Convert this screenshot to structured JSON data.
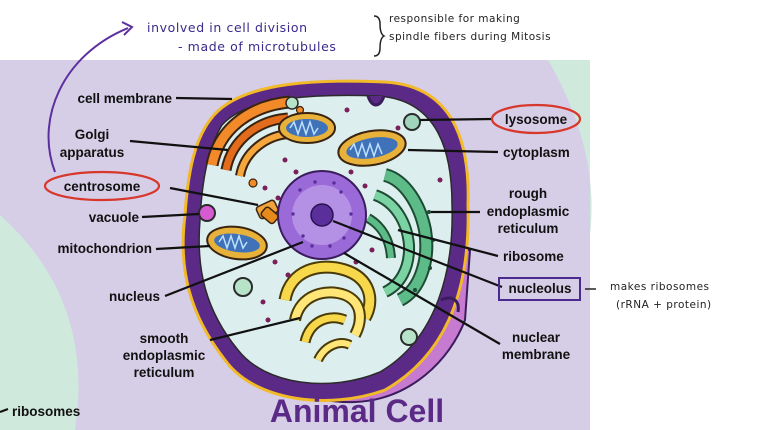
{
  "title": "Animal Cell",
  "labels": {
    "cell_membrane": "cell membrane",
    "golgi_1": "Golgi",
    "golgi_2": "apparatus",
    "centrosome": "centrosome",
    "vacuole": "vacuole",
    "mitochondrion": "mitochondrion",
    "nucleus": "nucleus",
    "smooth_er_1": "smooth",
    "smooth_er_2": "endoplasmic",
    "smooth_er_3": "reticulum",
    "lysosome": "lysosome",
    "cytoplasm": "cytoplasm",
    "rough_er_1": "rough",
    "rough_er_2": "endoplasmic",
    "rough_er_3": "reticulum",
    "ribosome": "ribosome",
    "nucleolus": "nucleolus",
    "nuclear_membrane_1": "nuclear",
    "nuclear_membrane_2": "membrane",
    "ribosomes_partial": "ribosomes"
  },
  "notes": {
    "centrosome_1": "involved in cell division",
    "centrosome_2": "- made of microtubules",
    "spindle_1": "responsible for making",
    "spindle_2": "spindle fibers during Mitosis",
    "nucleolus_1": "makes ribosomes",
    "nucleolus_2": "(rRNA + protein)"
  },
  "colors": {
    "panel": "#d6cde6",
    "mint": "#cfe9dc",
    "membrane": "#5b2a86",
    "membrane_outline": "#f2b928",
    "cytoplasm": "#dcefee",
    "nucleus": "#9a6ad8",
    "title": "#5b2a86",
    "highlight_red": "#d8372b",
    "highlight_purple": "#4b2a90",
    "annotation_ink": "#3c2a8a"
  }
}
